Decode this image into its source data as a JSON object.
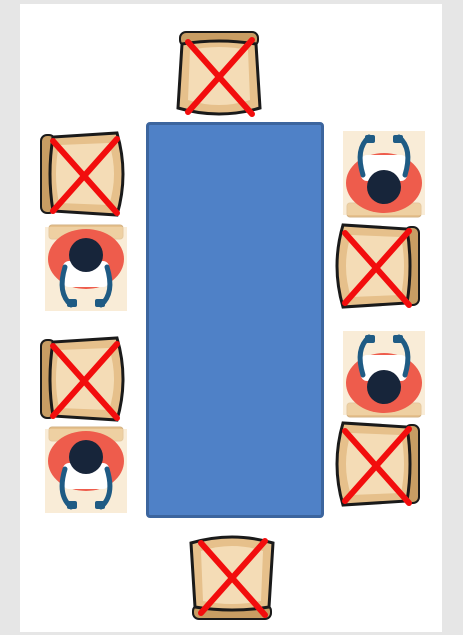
{
  "colors": {
    "background": "#e6e6e6",
    "panel": "#ffffff",
    "table_fill": "#4f81c7",
    "table_border": "#3c659e",
    "chair_light": "#f4dcb6",
    "chair_mid": "#e6c08b",
    "chair_dark": "#c89d63",
    "chair_outline": "#1a1a1a",
    "cross": "#f20d0d",
    "person_body": "#ee5c4c",
    "person_head": "#17253a",
    "person_shirt": "#ffffff",
    "person_hands": "#1f5b84"
  },
  "seats": [
    {
      "id": "top-end",
      "side": "top",
      "state": "empty-crossed"
    },
    {
      "id": "left-1",
      "side": "left",
      "state": "empty-crossed"
    },
    {
      "id": "left-2",
      "side": "left",
      "state": "occupied"
    },
    {
      "id": "left-3",
      "side": "left",
      "state": "empty-crossed"
    },
    {
      "id": "left-4",
      "side": "left",
      "state": "occupied"
    },
    {
      "id": "right-1",
      "side": "right",
      "state": "occupied"
    },
    {
      "id": "right-2",
      "side": "right",
      "state": "empty-crossed"
    },
    {
      "id": "right-3",
      "side": "right",
      "state": "occupied"
    },
    {
      "id": "right-4",
      "side": "right",
      "state": "empty-crossed"
    },
    {
      "id": "bottom-end",
      "side": "bottom",
      "state": "empty-crossed"
    }
  ],
  "icons": {
    "empty": "crossed-out-chair-icon",
    "occupied": "seated-person-icon",
    "table": "meeting-table"
  }
}
